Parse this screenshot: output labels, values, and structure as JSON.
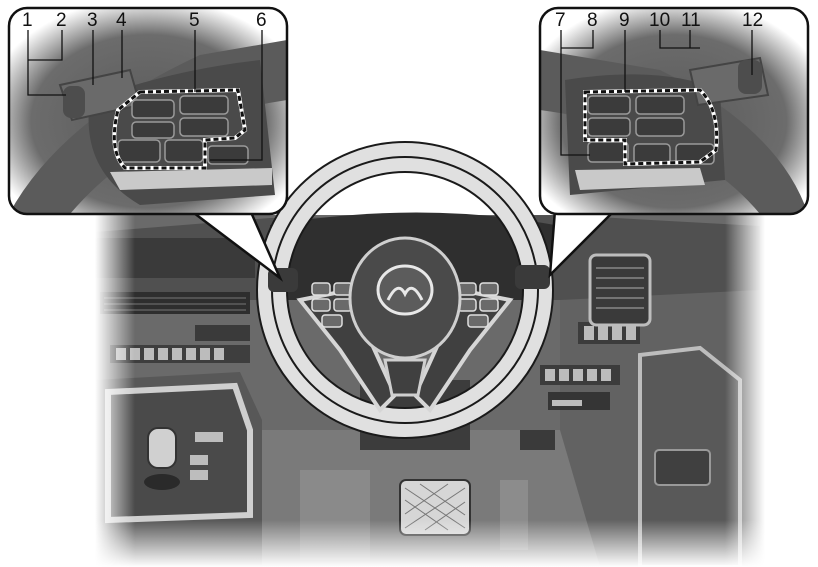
{
  "callouts": {
    "left": [
      "1",
      "2",
      "3",
      "4",
      "5",
      "6"
    ],
    "right": [
      "7",
      "8",
      "9",
      "10",
      "11",
      "12"
    ]
  },
  "steering_wheel": {
    "logo": "mazda-logo-icon"
  },
  "colors": {
    "interior_dark": "#3f3f3f",
    "interior_mid": "#6e6e6e",
    "interior_light": "#b9b9b9",
    "trim": "#d9d9d9",
    "outline": "#111111"
  }
}
